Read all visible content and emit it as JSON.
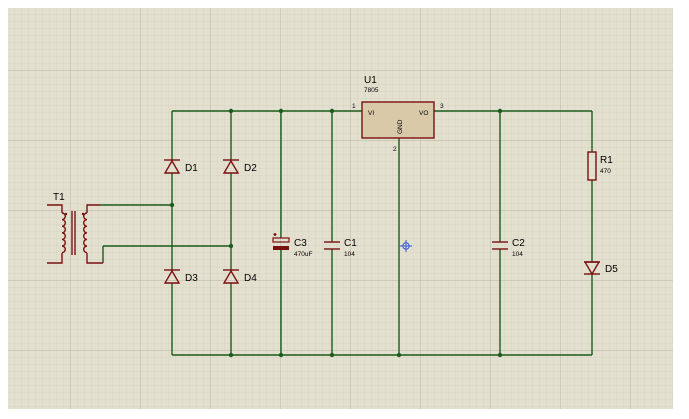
{
  "colors": {
    "background": "#e4e0d0",
    "grid_minor": "#cdc9b8",
    "grid_major": "#b9b5a3",
    "wire": "#1a5c1a",
    "component": "#7a1010",
    "regulator_fill": "#d9c9a9",
    "marker": "#3355dd"
  },
  "components": {
    "transformer": {
      "ref": "T1"
    },
    "regulator": {
      "ref": "U1",
      "value": "7805",
      "pin_in": "VI",
      "pin_out": "VO",
      "pin_gnd": "GND",
      "pin1": "1",
      "pin2": "2",
      "pin3": "3"
    },
    "d1": {
      "ref": "D1"
    },
    "d2": {
      "ref": "D2"
    },
    "d3": {
      "ref": "D3"
    },
    "d4": {
      "ref": "D4"
    },
    "d5": {
      "ref": "D5"
    },
    "c1": {
      "ref": "C1",
      "value": "104"
    },
    "c2": {
      "ref": "C2",
      "value": "104"
    },
    "c3": {
      "ref": "C3",
      "value": "470uF"
    },
    "r1": {
      "ref": "R1",
      "value": "470"
    }
  }
}
